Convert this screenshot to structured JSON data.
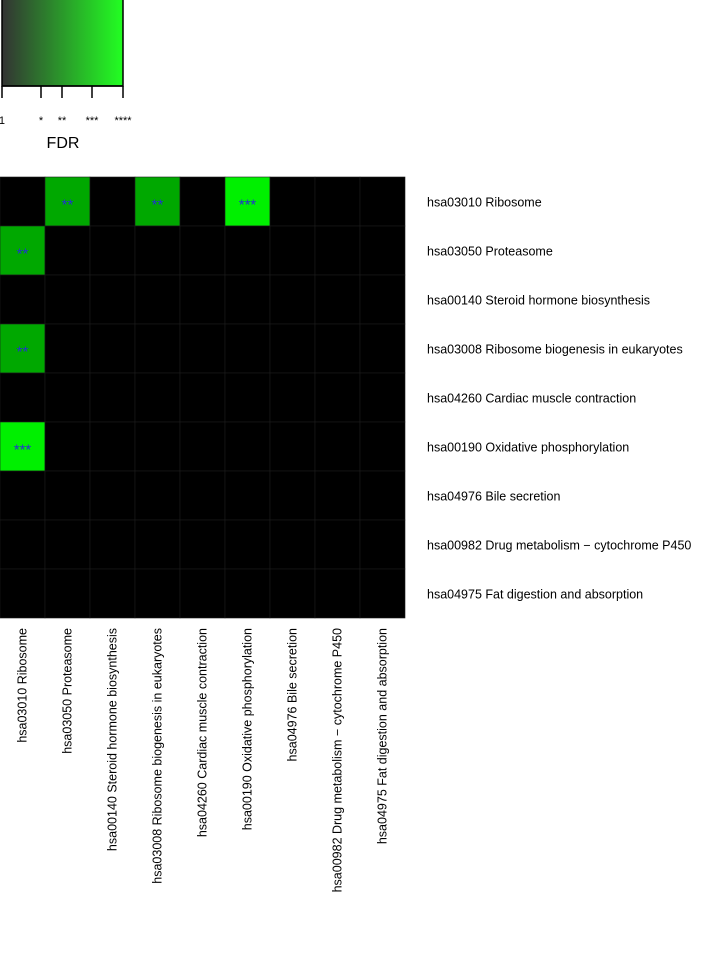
{
  "chart_data": {
    "type": "heatmap",
    "legend": {
      "title": "FDR",
      "tick_labels": [
        "1",
        "*",
        "**",
        "***",
        "****"
      ],
      "colors": [
        "#333333",
        "#22ff22"
      ]
    },
    "rows": [
      "hsa03010 Ribosome",
      "hsa03050 Proteasome",
      "hsa00140 Steroid hormone biosynthesis",
      "hsa03008 Ribosome biogenesis in eukaryotes",
      "hsa04260 Cardiac muscle contraction",
      "hsa00190 Oxidative phosphorylation",
      "hsa04976 Bile secretion",
      "hsa00982 Drug metabolism − cytochrome P450",
      "hsa04975 Fat digestion and absorption"
    ],
    "columns": [
      "hsa03010 Ribosome",
      "hsa03050 Proteasome",
      "hsa00140 Steroid hormone biosynthesis",
      "hsa03008 Ribosome biogenesis in eukaryotes",
      "hsa04260 Cardiac muscle contraction",
      "hsa00190 Oxidative phosphorylation",
      "hsa04976 Bile secretion",
      "hsa00982 Drug metabolism − cytochrome P450",
      "hsa04975 Fat digestion and absorption"
    ],
    "values": [
      [
        0,
        2,
        0,
        2,
        0,
        3,
        0,
        0,
        0
      ],
      [
        2,
        0,
        0,
        0,
        0,
        0,
        0,
        0,
        0
      ],
      [
        0,
        0,
        0,
        0,
        0,
        0,
        0,
        0,
        0
      ],
      [
        2,
        0,
        0,
        0,
        0,
        0,
        0,
        0,
        0
      ],
      [
        0,
        0,
        0,
        0,
        0,
        0,
        0,
        0,
        0
      ],
      [
        3,
        0,
        0,
        0,
        0,
        0,
        0,
        0,
        0
      ],
      [
        0,
        0,
        0,
        0,
        0,
        0,
        0,
        0,
        0
      ],
      [
        0,
        0,
        0,
        0,
        0,
        0,
        0,
        0,
        0
      ],
      [
        0,
        0,
        0,
        0,
        0,
        0,
        0,
        0,
        0
      ]
    ],
    "cell_labels": [
      [
        "",
        "**",
        "",
        "**",
        "",
        "***",
        "",
        "",
        ""
      ],
      [
        "**",
        "",
        "",
        "",
        "",
        "",
        "",
        "",
        ""
      ],
      [
        "",
        "",
        "",
        "",
        "",
        "",
        "",
        "",
        ""
      ],
      [
        "**",
        "",
        "",
        "",
        "",
        "",
        "",
        "",
        ""
      ],
      [
        "",
        "",
        "",
        "",
        "",
        "",
        "",
        "",
        ""
      ],
      [
        "***",
        "",
        "",
        "",
        "",
        "",
        "",
        "",
        ""
      ],
      [
        "",
        "",
        "",
        "",
        "",
        "",
        "",
        "",
        ""
      ],
      [
        "",
        "",
        "",
        "",
        "",
        "",
        "",
        "",
        ""
      ],
      [
        "",
        "",
        "",
        "",
        "",
        "",
        "",
        "",
        ""
      ]
    ],
    "level_colors": {
      "0": "#000000",
      "1": "#005a00",
      "2": "#00a800",
      "3": "#00f000",
      "4": "#22ff22"
    },
    "label_color": "#2233cc"
  }
}
